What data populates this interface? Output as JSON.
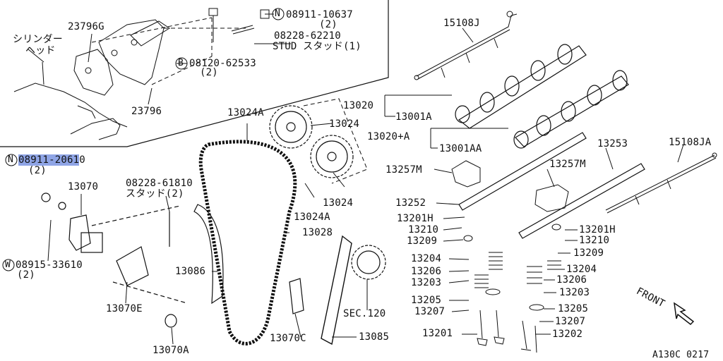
{
  "labels": {
    "cyl_head_1": "シリンダー",
    "cyl_head_2": "ヘッド",
    "p23796G": "23796G",
    "p23796": "23796",
    "bolt_n_08911_10637": "08911-10637",
    "qty_2a": "(2)",
    "p08228_62210": "08228-62210",
    "stud_1": "STUD スタッド(1)",
    "bolt_b_08120_62533": "08120-62533",
    "qty_2b": "(2)",
    "p15108J": "15108J",
    "p13020": "13020",
    "p13001A": "13001A",
    "p13020A": "13020+A",
    "p13001AA": "13001AA",
    "p13024A_top": "13024A",
    "p13024_top": "13024",
    "p13024_bot": "13024",
    "p13024A_bot": "13024A",
    "p13253": "13253",
    "p15108JA": "15108JA",
    "p13257M_left": "13257M",
    "p13257M_right": "13257M",
    "p08911_2061_hl": "08911-2061",
    "p08911_2061_tail": "0",
    "qty_2c": "(2)",
    "p13070": "13070",
    "p08228_61810": "08228-61810",
    "stud_2": "スタッド(2)",
    "p13028": "13028",
    "p13252": "13252",
    "p13201H_left": "13201H",
    "p13210_left": "13210",
    "p13209_left": "13209",
    "p13201H_right": "13201H",
    "p13210_right": "13210",
    "p13209_right": "13209",
    "p13204_left": "13204",
    "p13206_left": "13206",
    "p13203_left": "13203",
    "p13204_right": "13204",
    "p13206_right": "13206",
    "p13203_right": "13203",
    "p13205_left": "13205",
    "p13207_left": "13207",
    "p13205_right": "13205",
    "p13207_right": "13207",
    "p13201": "13201",
    "p13202": "13202",
    "p13086": "13086",
    "w08915_33610": "08915-33610",
    "qty_2d": "(2)",
    "p13070E": "13070E",
    "p13070A": "13070A",
    "p13070C": "13070C",
    "p13085": "13085",
    "sec120": "SEC.120",
    "front": "FRONT",
    "code_n": "N",
    "code_b": "B",
    "code_w": "W",
    "figure_code": "A130C 0217"
  }
}
